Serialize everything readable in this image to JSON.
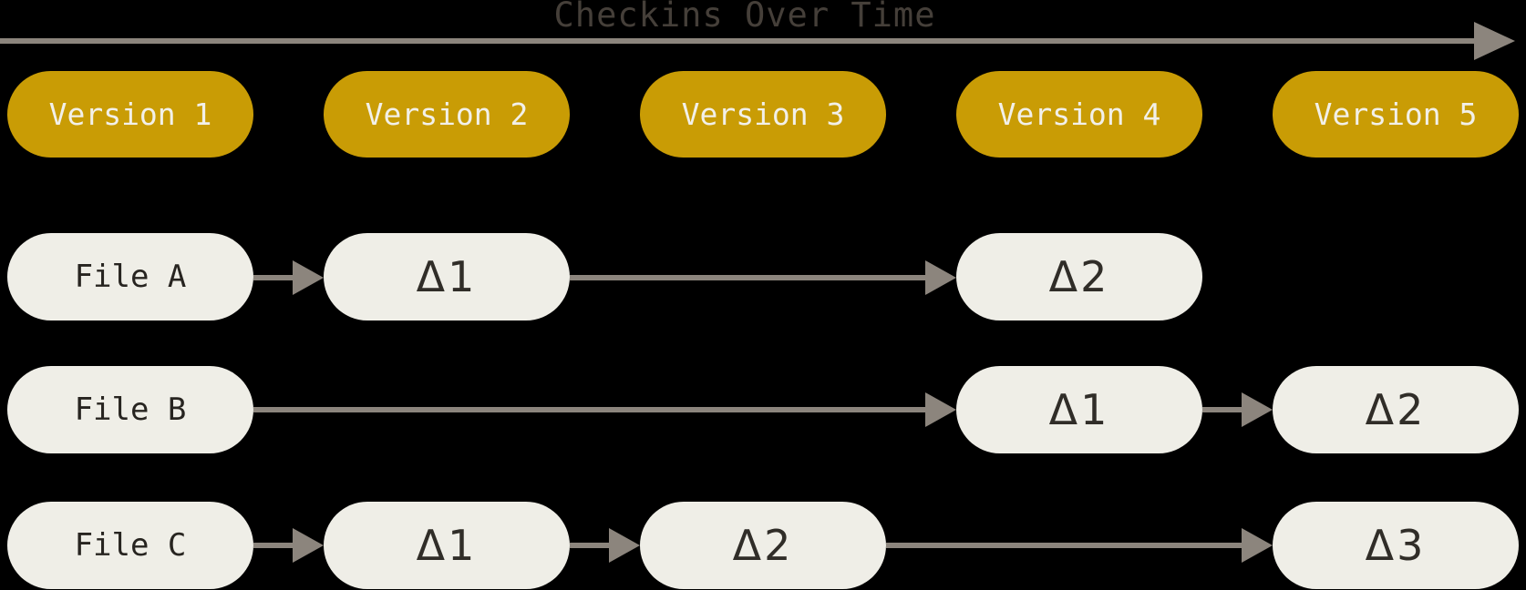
{
  "title": "Checkins Over Time",
  "colors": {
    "background": "#000000",
    "version_pill": "#C99C05",
    "version_text": "#F2F0E9",
    "file_pill": "#EFEEE7",
    "file_text": "#272420",
    "delta_text": "#302D28",
    "arrow": "#8C857D",
    "title_text": "#453F39"
  },
  "versions": [
    {
      "label": "Version 1"
    },
    {
      "label": "Version 2"
    },
    {
      "label": "Version 3"
    },
    {
      "label": "Version 4"
    },
    {
      "label": "Version 5"
    }
  ],
  "files": [
    {
      "name": "File A",
      "deltas": [
        {
          "version": "Version 2",
          "label": "Δ1"
        },
        {
          "version": "Version 4",
          "label": "Δ2"
        }
      ]
    },
    {
      "name": "File B",
      "deltas": [
        {
          "version": "Version 4",
          "label": "Δ1"
        },
        {
          "version": "Version 5",
          "label": "Δ2"
        }
      ]
    },
    {
      "name": "File C",
      "deltas": [
        {
          "version": "Version 2",
          "label": "Δ1"
        },
        {
          "version": "Version 3",
          "label": "Δ2"
        },
        {
          "version": "Version 5",
          "label": "Δ3"
        }
      ]
    }
  ],
  "connections": [
    {
      "row": "File A",
      "from": "File A",
      "to": "Δ1 @ Version 2"
    },
    {
      "row": "File A",
      "from": "Δ1 @ Version 2",
      "to": "Δ2 @ Version 4"
    },
    {
      "row": "File B",
      "from": "File B",
      "to": "Δ1 @ Version 4"
    },
    {
      "row": "File B",
      "from": "Δ1 @ Version 4",
      "to": "Δ2 @ Version 5"
    },
    {
      "row": "File C",
      "from": "File C",
      "to": "Δ1 @ Version 2"
    },
    {
      "row": "File C",
      "from": "Δ1 @ Version 2",
      "to": "Δ2 @ Version 3"
    },
    {
      "row": "File C",
      "from": "Δ2 @ Version 3",
      "to": "Δ3 @ Version 5"
    }
  ]
}
